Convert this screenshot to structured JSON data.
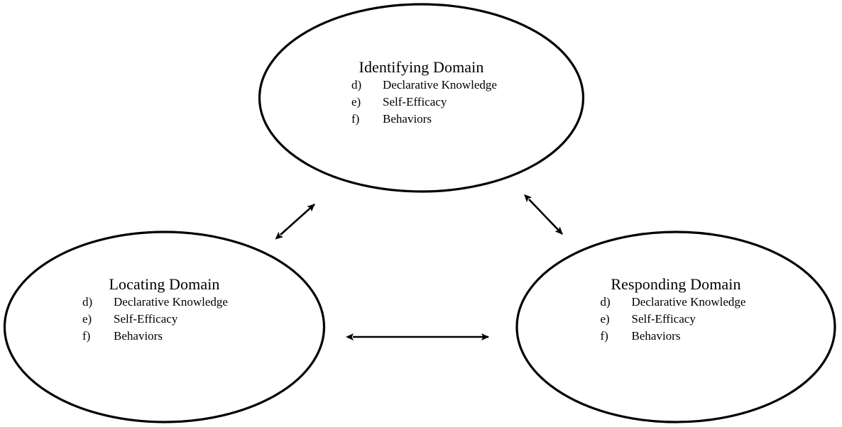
{
  "diagram": {
    "type": "three-node-bidirectional-cycle",
    "background_color": "#ffffff",
    "stroke_color": "#000000",
    "nodes": [
      {
        "id": "identifying",
        "title": "Identifying Domain",
        "shape": "ellipse",
        "items": [
          {
            "marker": "d)",
            "text": "Declarative Knowledge"
          },
          {
            "marker": "e)",
            "text": "Self-Efficacy"
          },
          {
            "marker": "f)",
            "text": "Behaviors"
          }
        ]
      },
      {
        "id": "locating",
        "title": "Locating Domain",
        "shape": "ellipse",
        "items": [
          {
            "marker": "d)",
            "text": "Declarative Knowledge"
          },
          {
            "marker": "e)",
            "text": "Self-Efficacy"
          },
          {
            "marker": "f)",
            "text": "Behaviors"
          }
        ]
      },
      {
        "id": "responding",
        "title": "Responding Domain",
        "shape": "ellipse",
        "items": [
          {
            "marker": "d)",
            "text": "Declarative Knowledge"
          },
          {
            "marker": "e)",
            "text": "Self-Efficacy"
          },
          {
            "marker": "f)",
            "text": "Behaviors"
          }
        ]
      }
    ],
    "connectors": [
      {
        "id": "locating-identifying",
        "from": "locating",
        "to": "identifying",
        "style": "double-headed-arrow"
      },
      {
        "id": "identifying-responding",
        "from": "identifying",
        "to": "responding",
        "style": "double-headed-arrow"
      },
      {
        "id": "locating-responding",
        "from": "locating",
        "to": "responding",
        "style": "double-headed-arrow"
      }
    ]
  }
}
